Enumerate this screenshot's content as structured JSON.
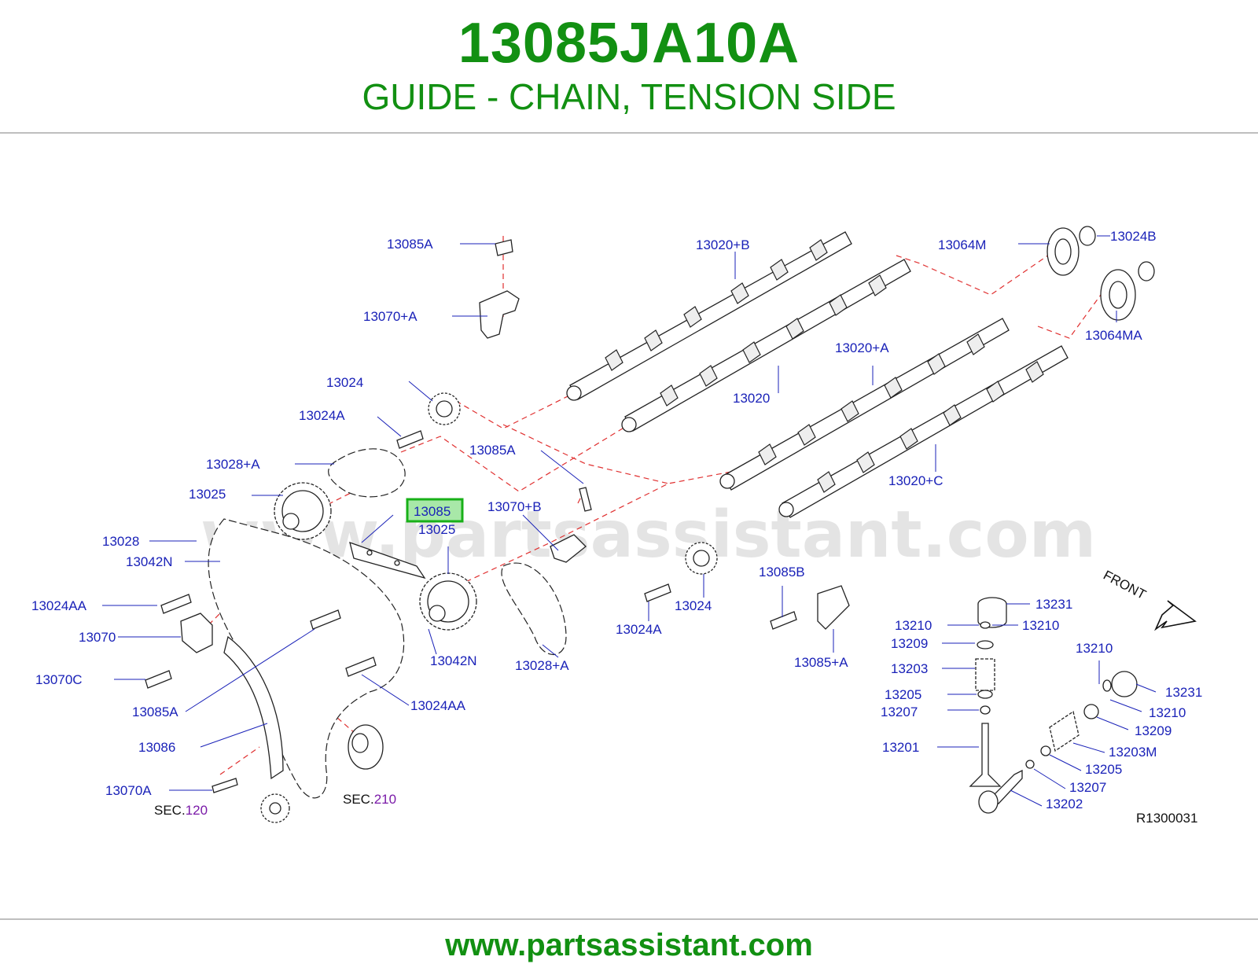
{
  "header": {
    "part_number": "13085JA10A",
    "description": "GUIDE - CHAIN, TENSION SIDE"
  },
  "footer": {
    "url": "www.partsassistant.com"
  },
  "diagram": {
    "watermark": "www.partsassistant.com",
    "reference_code": "R1300031",
    "front_label": "FRONT",
    "highlighted_label": "13085",
    "highlight_color": "#18b018",
    "labels": {
      "l01": "13085A",
      "l02": "13070+A",
      "l03": "13020+B",
      "l04": "13064M",
      "l05": "13024B",
      "l06": "13064MA",
      "l07": "13020+A",
      "l08": "13020",
      "l09": "13024",
      "l10": "13024A",
      "l11": "13085A",
      "l12": "13028+A",
      "l13": "13025",
      "l14": "13070+B",
      "l15": "13020+C",
      "l16": "13025",
      "l17": "13028",
      "l18": "13042N",
      "l19": "13024AA",
      "l20": "13070",
      "l21": "13070C",
      "l22": "13085A",
      "l23": "13086",
      "l24": "13070A",
      "l25": "13042N",
      "l26": "13024AA",
      "l27": "13028+A",
      "l28": "13024A",
      "l29": "13024",
      "l30": "13085B",
      "l31": "13085+A",
      "l32": "13231",
      "l33": "13210",
      "l34": "13210",
      "l35": "13209",
      "l36": "13203",
      "l37": "13205",
      "l38": "13207",
      "l39": "13201",
      "l40": "13210",
      "l41": "13231",
      "l42": "13210",
      "l43": "13209",
      "l44": "13203M",
      "l45": "13205",
      "l46": "13207",
      "l47": "13202"
    },
    "sec_labels": {
      "sec1_prefix": "SEC.",
      "sec1_num": "120",
      "sec2_prefix": "SEC.",
      "sec2_num": "210"
    }
  }
}
